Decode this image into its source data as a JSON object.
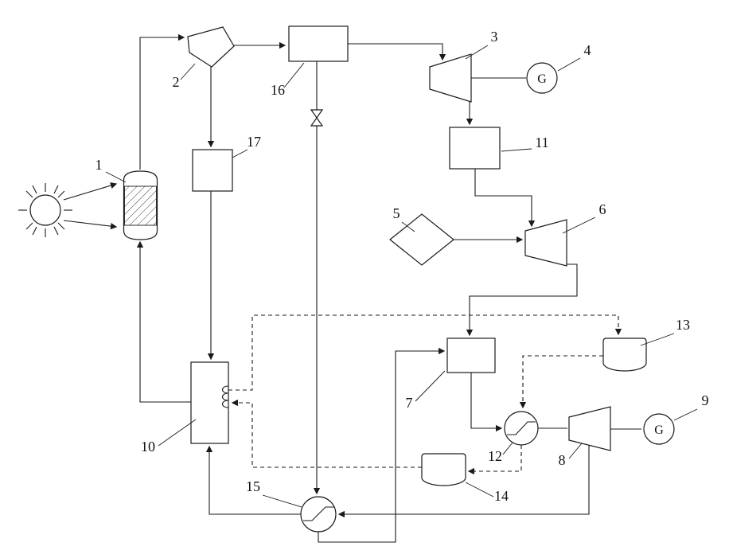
{
  "figure": {
    "background": "#ffffff",
    "line_color": "#1a1a1a",
    "labels": {
      "n1": "1",
      "n2": "2",
      "n3": "3",
      "n4": "4",
      "n5": "5",
      "n6": "6",
      "n7": "7",
      "n8": "8",
      "n9": "9",
      "n10": "10",
      "n11": "11",
      "n12": "12",
      "n13": "13",
      "n14": "14",
      "n15": "15",
      "n16": "16",
      "n17": "17"
    },
    "generators": {
      "g4": "G",
      "g9": "G"
    }
  }
}
